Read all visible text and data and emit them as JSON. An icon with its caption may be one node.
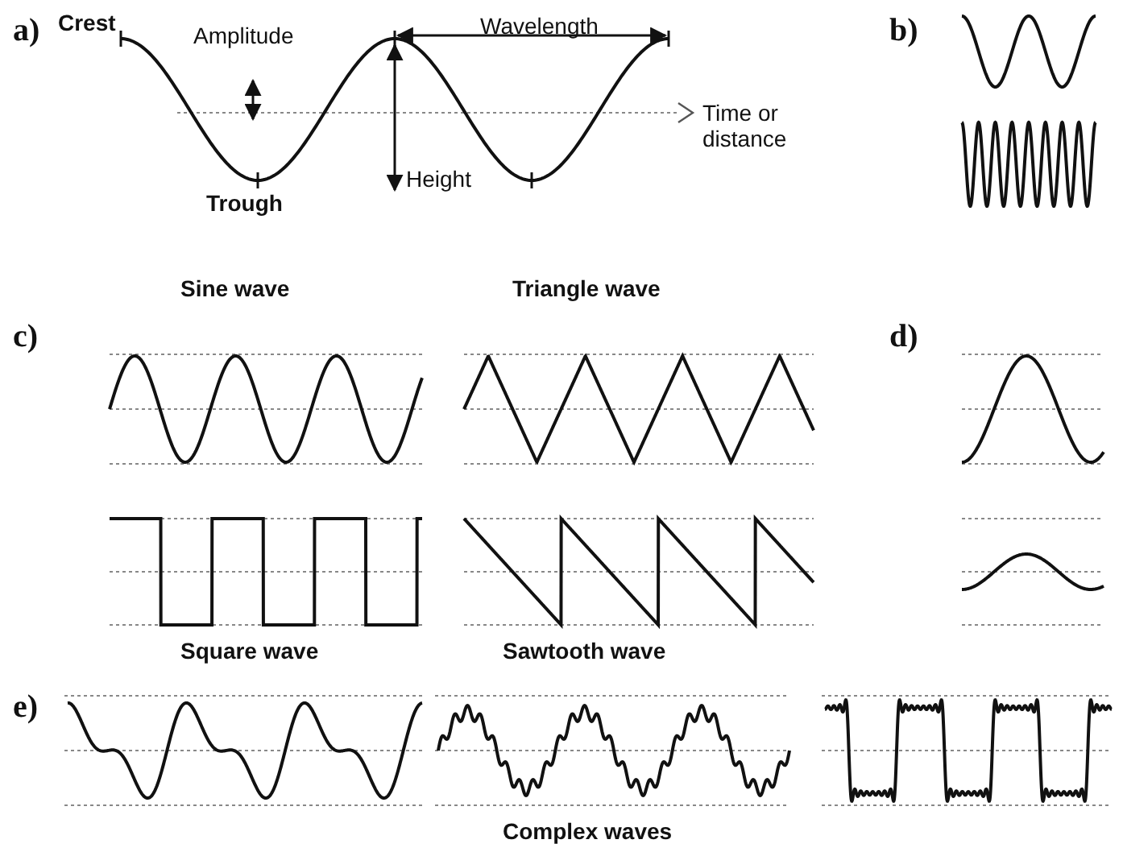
{
  "diagram": {
    "labels": [
      "a)",
      "Crest",
      "Amplitude",
      "Wavelength",
      "Time or distance",
      "Trough",
      "Height",
      "b)",
      "Sine wave",
      "Triangle wave",
      "c)",
      "d)",
      "Square wave",
      "Sawtooth wave",
      "e)",
      "Complex waves"
    ]
  }
}
